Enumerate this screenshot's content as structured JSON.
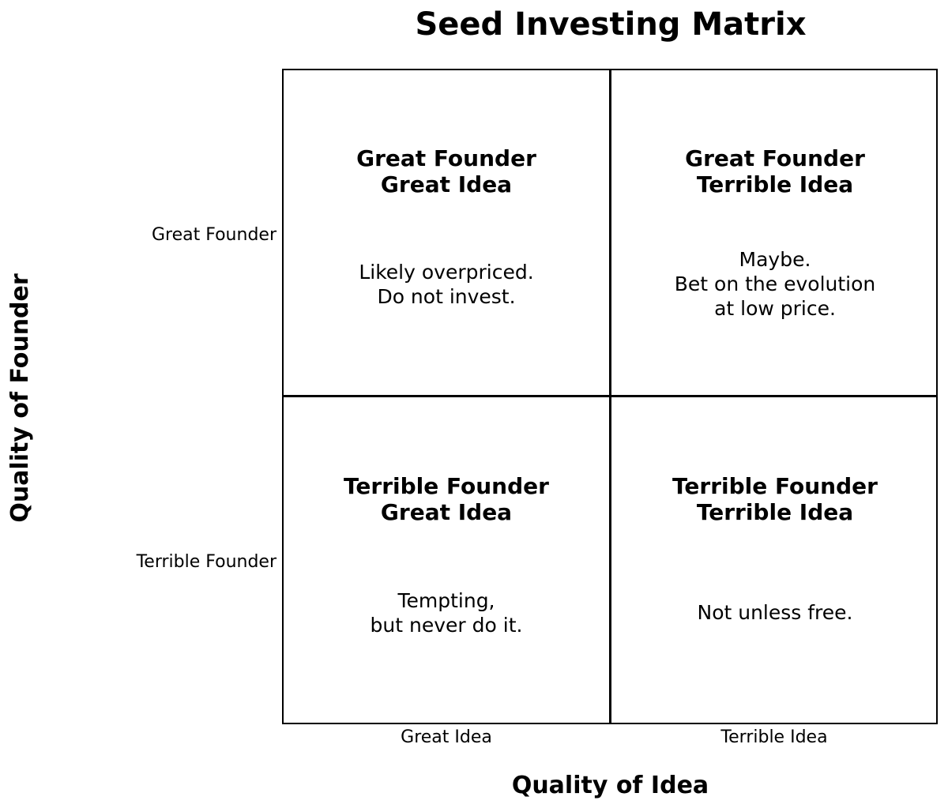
{
  "title": "Seed Investing Matrix",
  "y_axis_label": "Quality of Founder",
  "x_axis_label": "Quality of Idea",
  "rows": [
    "Great Founder",
    "Terrible Founder"
  ],
  "columns": [
    "Great Idea",
    "Terrible Idea"
  ],
  "cells": {
    "top_left": {
      "heading": [
        "Great Founder",
        "Great Idea"
      ],
      "body": [
        "Likely overpriced.",
        "Do not invest."
      ]
    },
    "top_right": {
      "heading": [
        "Great Founder",
        "Terrible Idea"
      ],
      "body": [
        "Maybe.",
        "Bet on the evolution",
        "at low price."
      ]
    },
    "bottom_left": {
      "heading": [
        "Terrible Founder",
        "Great Idea"
      ],
      "body": [
        "Tempting,",
        "but never do it."
      ]
    },
    "bottom_right": {
      "heading": [
        "Terrible Founder",
        "Terrible Idea"
      ],
      "body": [
        "Not unless free."
      ]
    }
  },
  "colors": {
    "background": "#ffffff",
    "lines": "#000000",
    "text": "#000000"
  }
}
